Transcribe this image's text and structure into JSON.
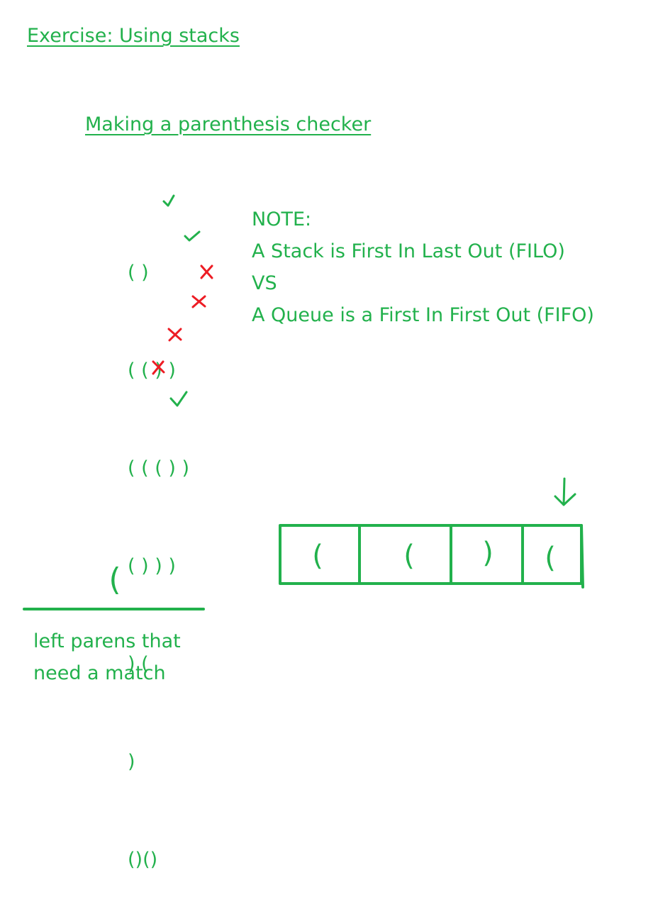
{
  "title": "Exercise: Using stacks",
  "subtitle": "Making a parenthesis checker",
  "examples": [
    {
      "text": "( )",
      "valid": true
    },
    {
      "text": "( ( ) )",
      "valid": true
    },
    {
      "text": "( ( ( ) )",
      "valid": false
    },
    {
      "text": "( ) ) )",
      "valid": false
    },
    {
      "text": ") (",
      "valid": false
    },
    {
      "text": ")",
      "valid": false
    },
    {
      "text": "()()",
      "valid": true
    }
  ],
  "note": {
    "heading": "NOTE:",
    "line1": "A Stack is First In Last Out (FILO)",
    "line2": "VS",
    "line3": "A Queue is a First In First Out (FIFO)"
  },
  "input_cells": [
    "(",
    "(",
    ")",
    "("
  ],
  "stack_contents": [
    "("
  ],
  "stack_label": {
    "line1": "left parens that",
    "line2": "need a match"
  },
  "icons": {
    "valid": "check-icon",
    "invalid": "cross-icon",
    "pointer": "down-arrow-icon"
  },
  "colors": {
    "ink": "#22b14c",
    "cross": "#ed1c24"
  }
}
